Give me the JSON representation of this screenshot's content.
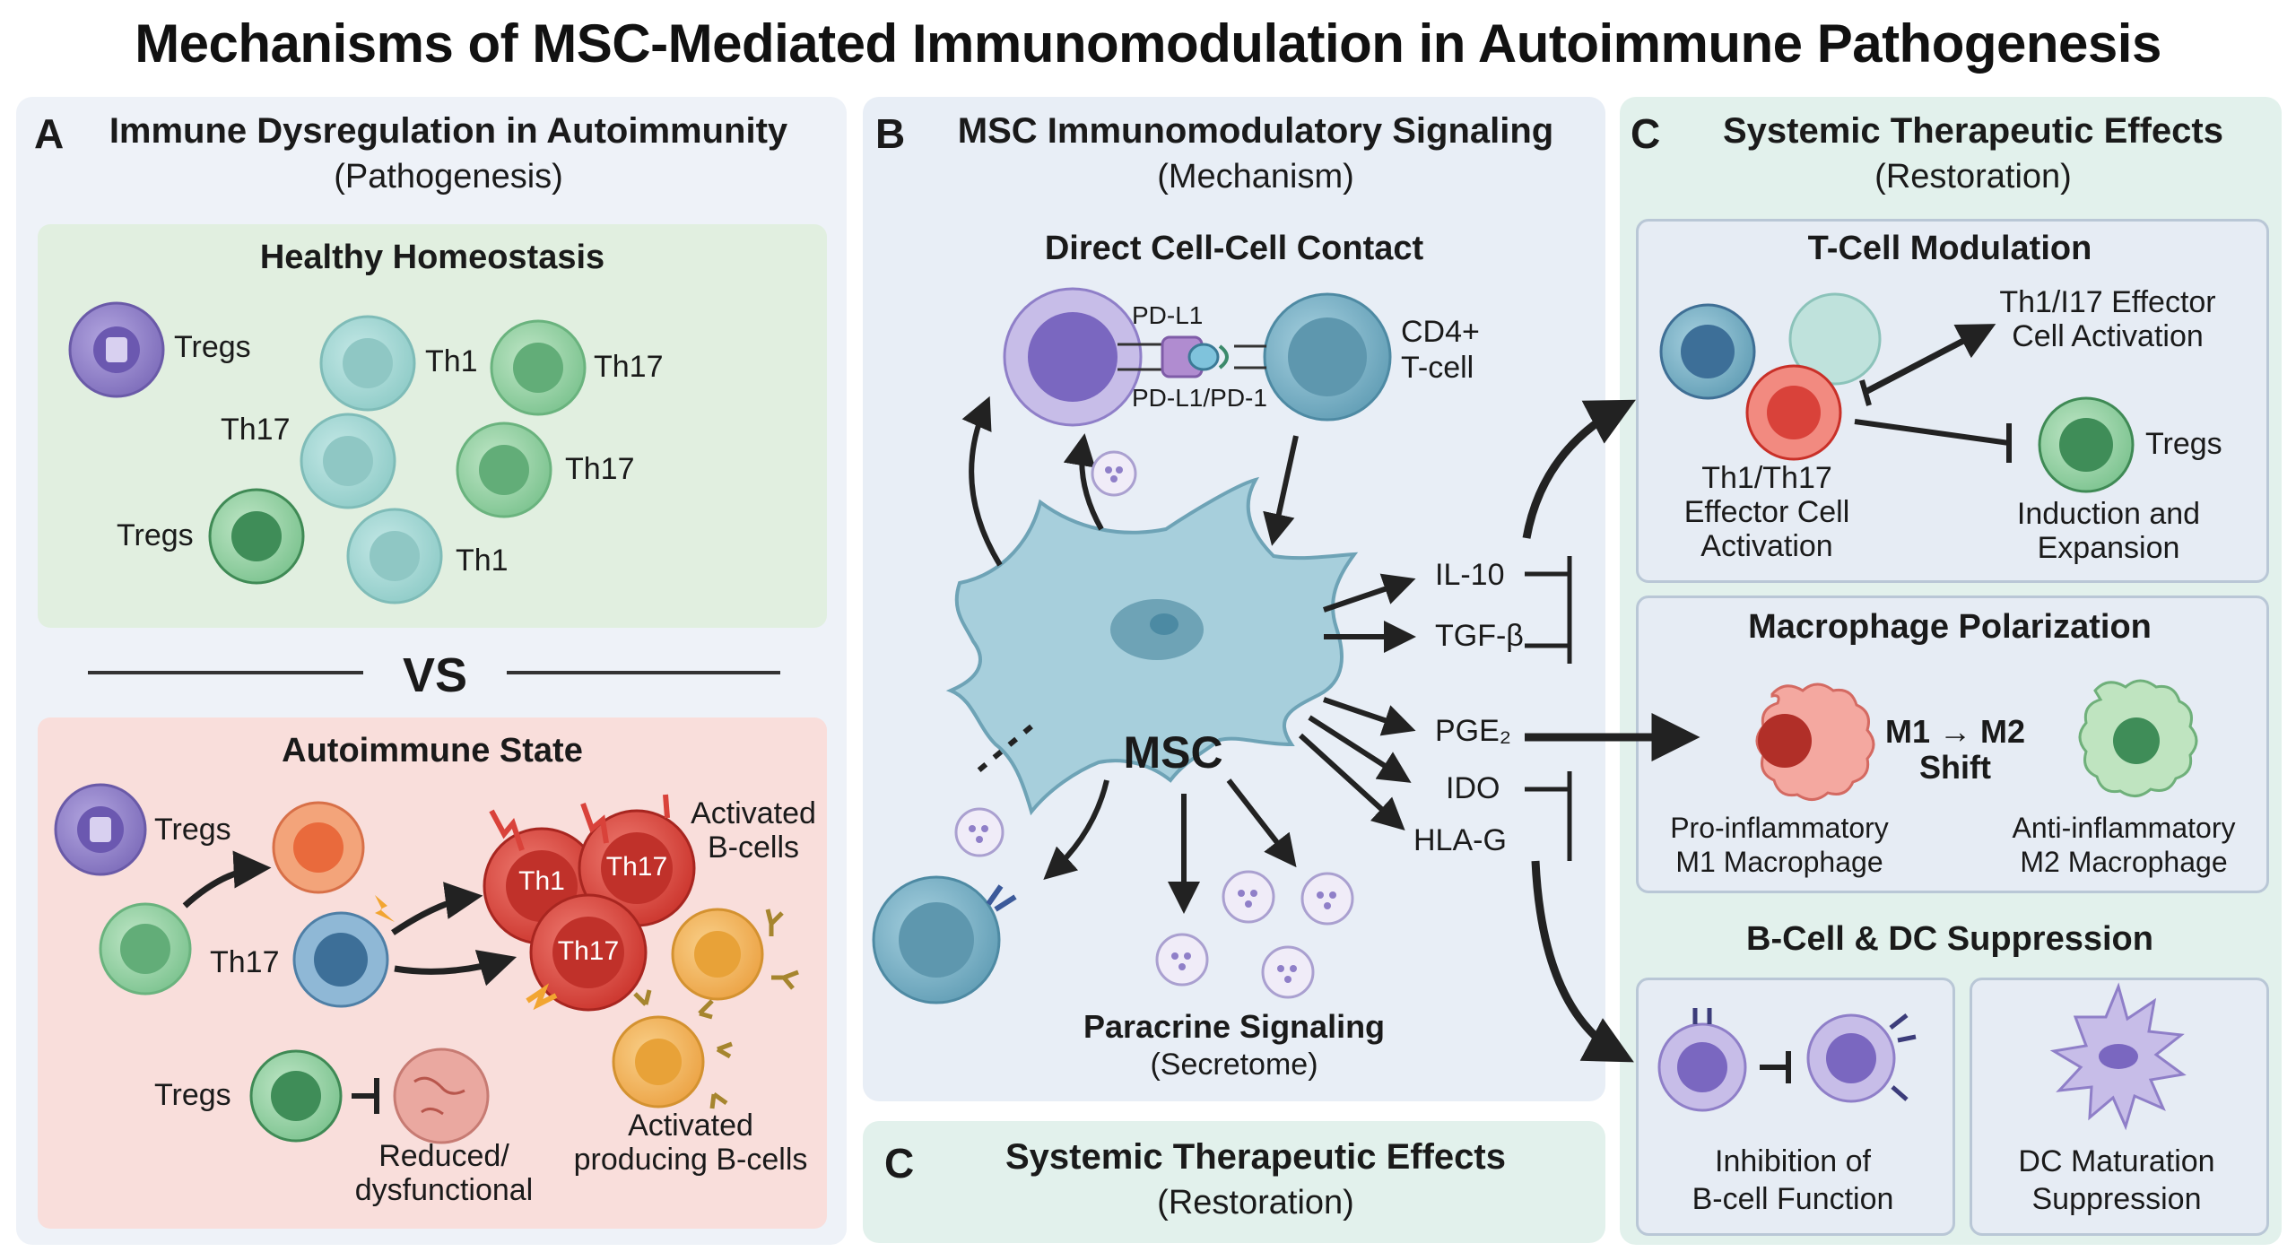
{
  "title": "Mechanisms of MSC-Mediated Immunomodulation in Autoimmune Pathogenesis",
  "panel_a": {
    "letter": "A",
    "heading": "Immune Dysregulation in Autoimmunity",
    "subheading": "(Pathogenesis)",
    "healthy": {
      "title": "Healthy Homeostasis",
      "labels": [
        "Tregs",
        "Th1",
        "Th17",
        "Th17",
        "Th17",
        "Tregs",
        "Th1"
      ]
    },
    "vs": "VS",
    "autoimmune": {
      "title": "Autoimmune State",
      "tregs_top": "Tregs",
      "th17": "Th17",
      "cluster_th1": "Th1",
      "cluster_th17_a": "Th17",
      "cluster_th17_b": "Th17",
      "activated_bcells": [
        "Activated",
        "B-cells"
      ],
      "tregs_bottom": "Tregs",
      "reduced": [
        "Reduced/",
        "dysfunctional"
      ],
      "activated_producing": [
        "Activated",
        "producing B-cells"
      ]
    }
  },
  "panel_b": {
    "letter": "B",
    "heading": "MSC Immunomodulatory Signaling",
    "subheading": "(Mechanism)",
    "contact_title": "Direct Cell-Cell Contact",
    "pdl1": "PD-L1",
    "pdl1_pd1": "PD-L1/PD-1",
    "cd4": [
      "CD4+",
      "T-cell"
    ],
    "msc": "MSC",
    "factors": [
      "IL-10",
      "TGF-β",
      "PGE₂",
      "IDO",
      "HLA-G"
    ],
    "paracrine_title": "Paracrine Signaling",
    "paracrine_sub": "(Secretome)"
  },
  "panel_b2": {
    "letter": "C",
    "heading": "Systemic Therapeutic Effects",
    "subheading": "(Restoration)"
  },
  "panel_c": {
    "letter": "C",
    "heading": "Systemic Therapeutic Effects",
    "subheading": "(Restoration)",
    "tcell": {
      "title": "T-Cell Modulation",
      "effector_top": [
        "Th1/I17 Effector",
        "Cell Activation"
      ],
      "effector_left": [
        "Th1/Th17",
        "Effector Cell",
        "Activation"
      ],
      "tregs": "Tregs",
      "induction": [
        "Induction and",
        "Expansion"
      ]
    },
    "macro": {
      "title": "Macrophage Polarization",
      "shift": [
        "M1 → M2",
        "Shift"
      ],
      "m1": [
        "Pro-inflammatory",
        "M1 Macrophage"
      ],
      "m2": [
        "Anti-inflammatory",
        "M2 Macrophage"
      ]
    },
    "bcell": {
      "title": "B-Cell & DC Suppression",
      "inhibition": [
        "Inhibition of",
        "B-cell Function"
      ],
      "dc": [
        "DC Maturation",
        "Suppression"
      ]
    }
  },
  "colors": {
    "treg": "#8e7cc3",
    "th1": "#9fd3cf",
    "th17": "#8fd0a0",
    "red": "#d9423a",
    "orange": "#f08a4b",
    "msc": "#9cc6d3",
    "bcell": "#f3b54a"
  }
}
